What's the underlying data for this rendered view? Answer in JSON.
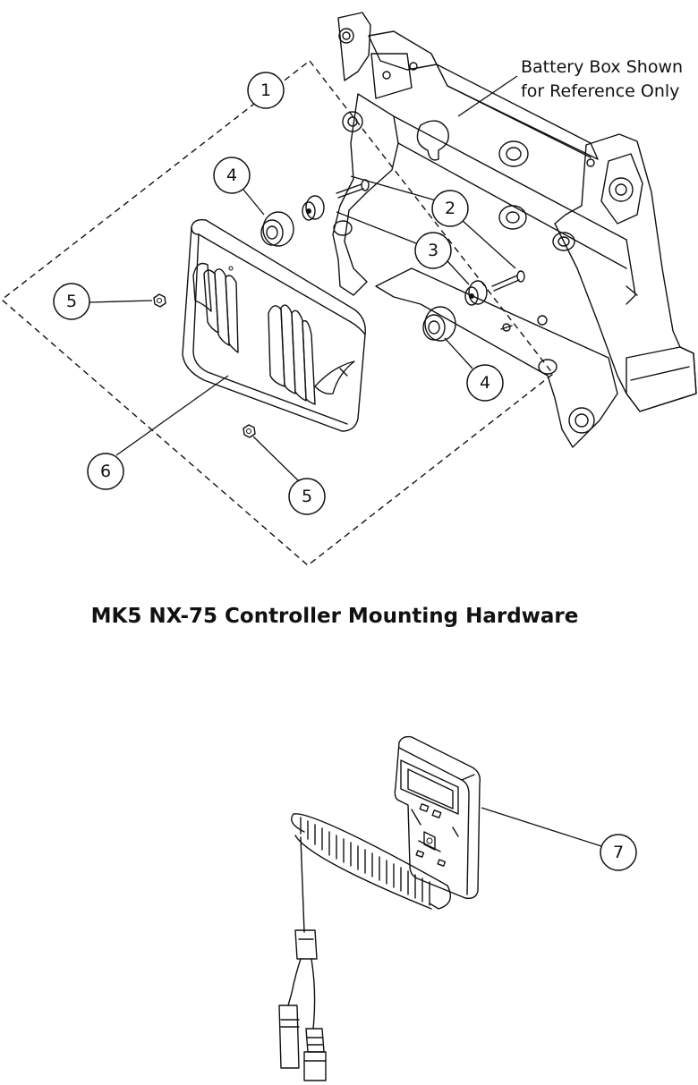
{
  "diagram": {
    "reference_note_line1": "Battery Box Shown",
    "reference_note_line2": "for Reference Only",
    "title": "MK5 NX-75 Controller Mounting Hardware",
    "callouts": {
      "c1": "1",
      "c2": "2",
      "c3": "3",
      "c4a": "4",
      "c4b": "4",
      "c5a": "5",
      "c5b": "5",
      "c6": "6",
      "c7": "7"
    }
  }
}
